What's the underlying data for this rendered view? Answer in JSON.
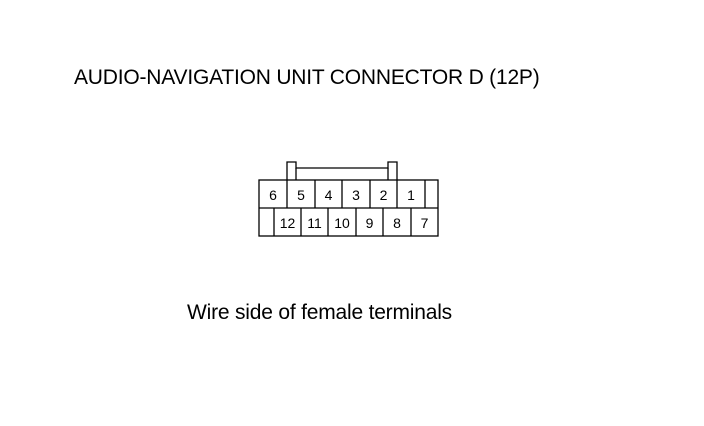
{
  "title": "AUDIO-NAVIGATION UNIT CONNECTOR D (12P)",
  "caption": "Wire side of female terminals",
  "connector": {
    "top_row": [
      "6",
      "5",
      "4",
      "3",
      "2",
      "1"
    ],
    "bottom_row": [
      "12",
      "11",
      "10",
      "9",
      "8",
      "7"
    ]
  }
}
